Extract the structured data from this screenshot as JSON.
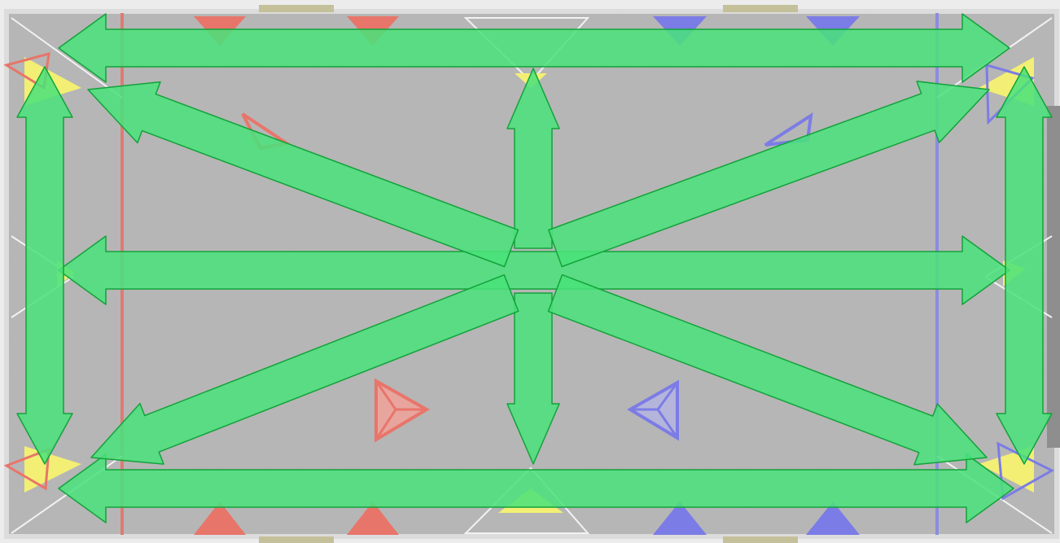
{
  "colors": {
    "field": "#b4b4b4",
    "field_edge": "#e9e9e9",
    "red_line": "#e07a72",
    "blue_line": "#8c8ce0",
    "white_line": "#f2f2f2",
    "yellow": "#f3ef74",
    "red_marker": "#e8756a",
    "blue_marker": "#7c7ce6",
    "arrow_fill": "#49e27a",
    "arrow_stroke": "#13a23a",
    "tan_tab": "#c4c09a"
  },
  "arrows": [
    {
      "name": "top-horizontal",
      "style": "double-headed"
    },
    {
      "name": "bottom-horizontal",
      "style": "double-headed"
    },
    {
      "name": "middle-horizontal",
      "style": "double-headed"
    },
    {
      "name": "left-vertical",
      "style": "double-headed"
    },
    {
      "name": "right-vertical",
      "style": "double-headed"
    },
    {
      "name": "center-vertical-up",
      "style": "single-headed"
    },
    {
      "name": "center-vertical-down",
      "style": "single-headed"
    },
    {
      "name": "diagonal-to-top-left",
      "style": "single-headed"
    },
    {
      "name": "diagonal-to-top-right",
      "style": "single-headed"
    },
    {
      "name": "diagonal-to-bottom-left",
      "style": "single-headed"
    },
    {
      "name": "diagonal-to-bottom-right",
      "style": "single-headed"
    }
  ]
}
